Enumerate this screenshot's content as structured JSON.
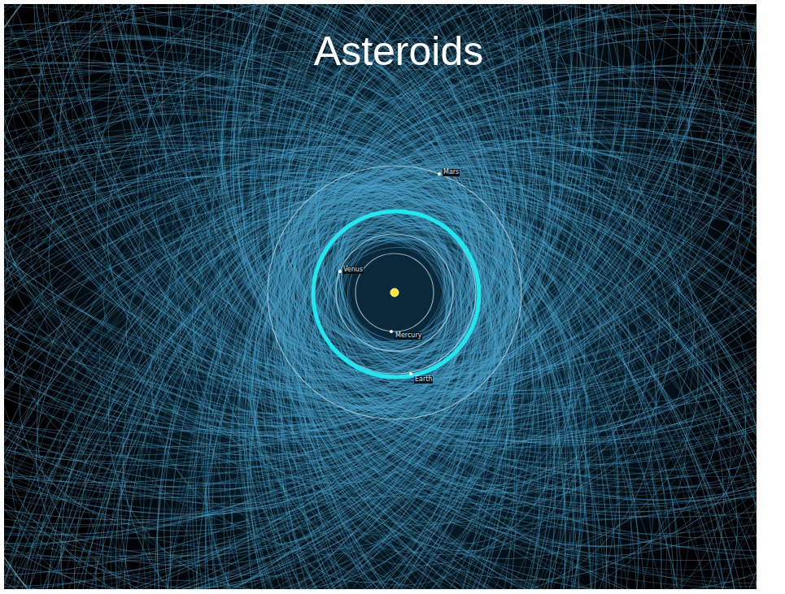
{
  "diagram": {
    "title": "Asteroids",
    "labels": [
      "Mars",
      "Venus",
      "Mercury",
      "Earth"
    ]
  }
}
